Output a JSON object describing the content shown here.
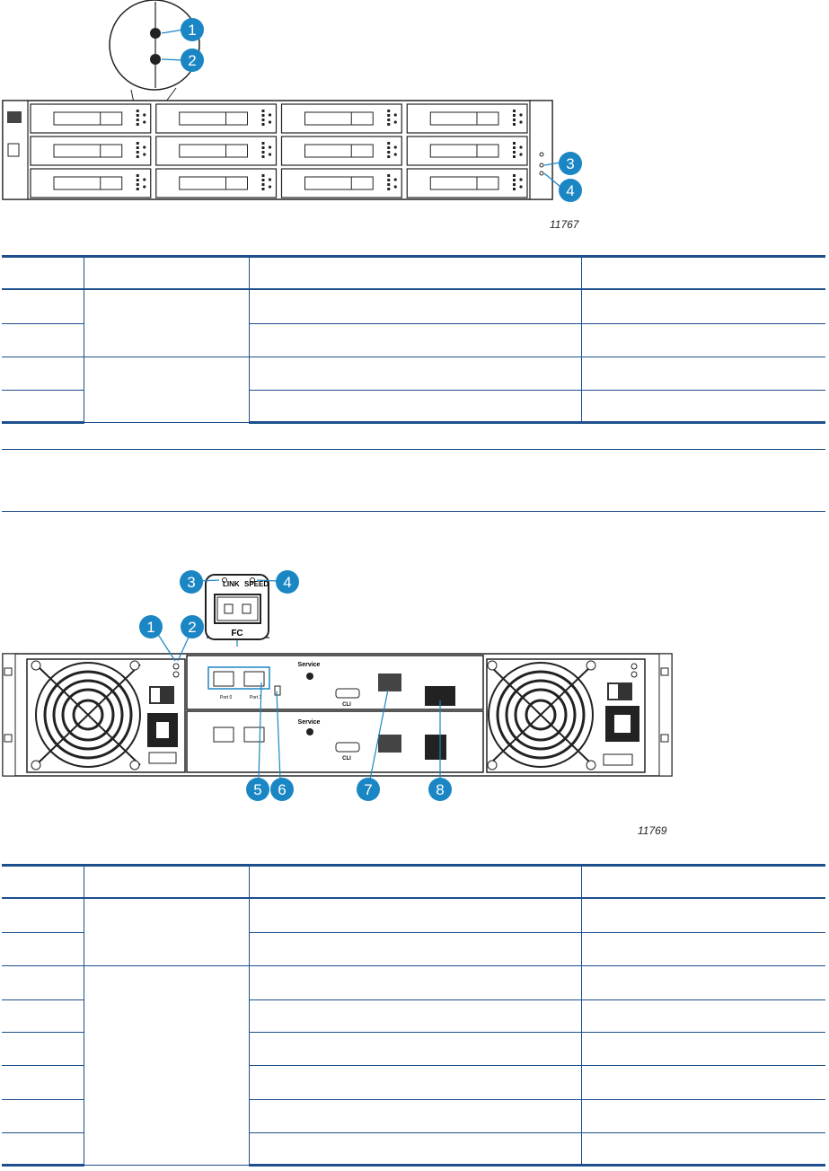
{
  "figures": [
    {
      "figure_id": "11767"
    },
    {
      "figure_id": "11769"
    }
  ],
  "front_callouts": [
    "1",
    "2",
    "3",
    "4"
  ],
  "rear_callouts": [
    "1",
    "2",
    "3",
    "4",
    "5",
    "6",
    "7",
    "8"
  ],
  "rear_labels": {
    "link": "LINK",
    "speed": "SPEED",
    "fc": "FC",
    "service": "Service",
    "cli": "CLI",
    "port0": "Port 0",
    "port1": "Port 1"
  },
  "colors": {
    "rule": "#1d4f8c",
    "callout": "#1a86c4",
    "line": "#222222"
  },
  "table1": {
    "rows": 4
  },
  "table2": {
    "rows": 8
  }
}
